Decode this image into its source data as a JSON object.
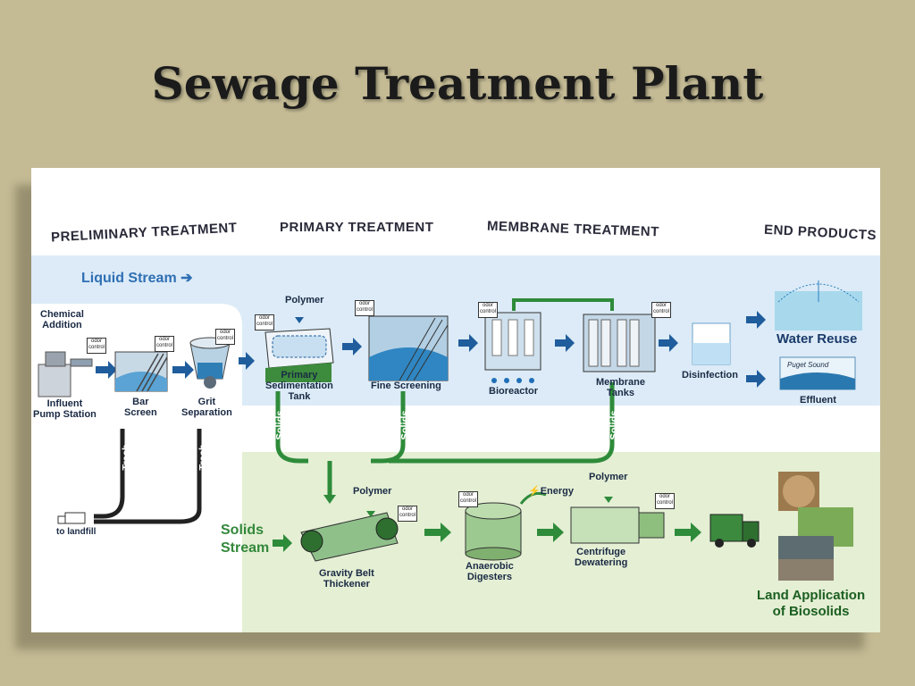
{
  "slide": {
    "title": "Sewage Treatment Plant"
  },
  "sections": {
    "preliminary": "PRELIMINARY TREATMENT",
    "primary": "PRIMARY TREATMENT",
    "membrane": "MEMBRANE TREATMENT",
    "end": "END PRODUCTS"
  },
  "streams": {
    "liquid": "Liquid Stream ➔",
    "solids_1": "Solids",
    "solids_2": "Stream"
  },
  "labels": {
    "chemical_1": "Chemical",
    "chemical_2": "Addition",
    "pump_1": "Influent",
    "pump_2": "Pump Station",
    "bar_1": "Bar",
    "bar_2": "Screen",
    "grit_1": "Grit",
    "grit_2": "Separation",
    "polymer": "Polymer",
    "primary_1": "Primary",
    "primary_2": "Sedimentation",
    "primary_3": "Tank",
    "fine": "Fine Screening",
    "bioreactor": "Bioreactor",
    "membrane_1": "Membrane",
    "membrane_2": "Tanks",
    "disinfection": "Disinfection",
    "water_reuse": "Water Reuse",
    "effluent": "Effluent",
    "puget": "Puget Sound",
    "trash": "Trash",
    "solids": "Solids",
    "landfill": "to landfill",
    "gbt_1": "Gravity Belt",
    "gbt_2": "Thickener",
    "anaerobic_1": "Anaerobic",
    "anaerobic_2": "Digesters",
    "energy": "Energy",
    "centrifuge_1": "Centrifuge",
    "centrifuge_2": "Dewatering",
    "land_1": "Land Application",
    "land_2": "of Biosolids",
    "odor_1": "odor",
    "odor_2": "control"
  },
  "colors": {
    "background": "#c4bb95",
    "liquid_band": "#dcebf7",
    "solids_band": "#e4efd4",
    "flow_green": "#2e8b3a",
    "flow_blue": "#1f5d9c"
  }
}
